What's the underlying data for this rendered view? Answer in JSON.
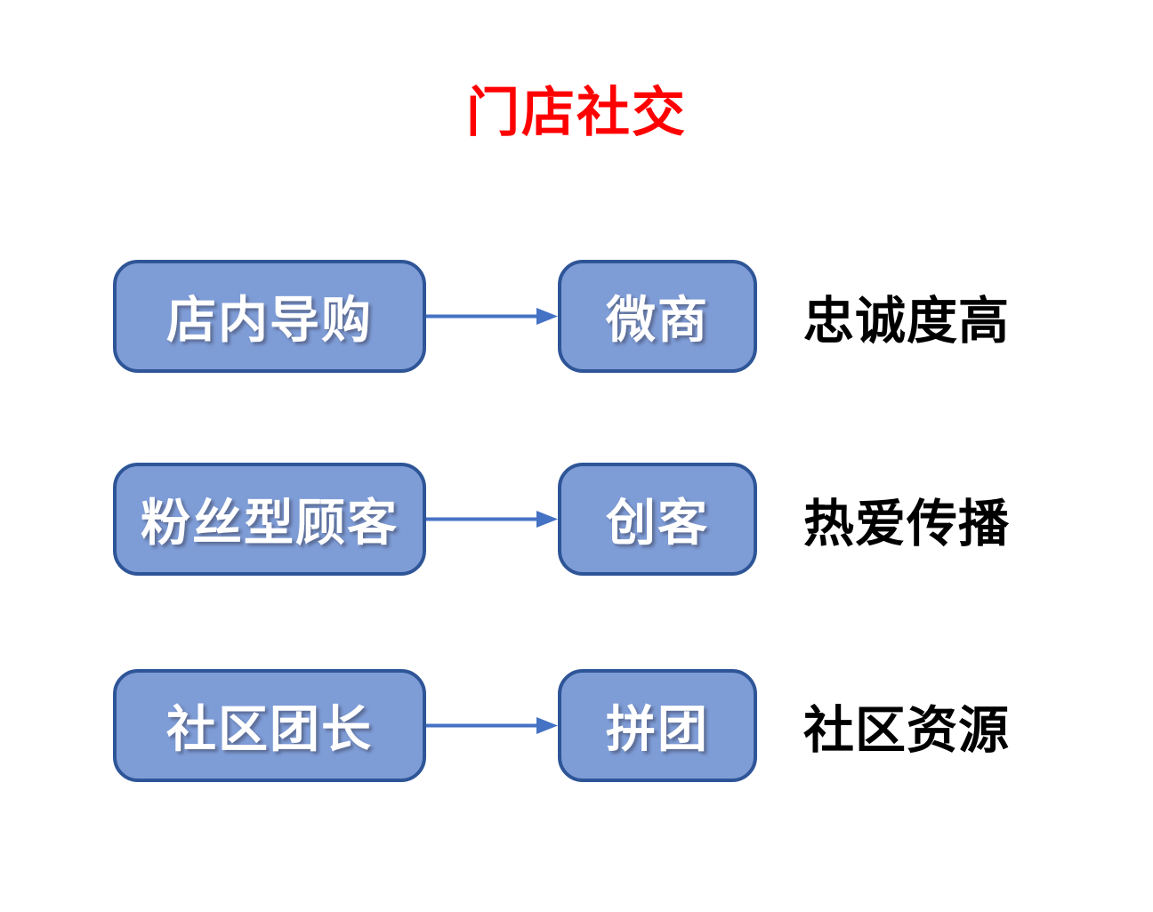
{
  "title": "门店社交",
  "rows": [
    {
      "source": "店内导购",
      "target": "微商",
      "note": "忠诚度高"
    },
    {
      "source": "粉丝型顾客",
      "target": "创客",
      "note": "热爱传播"
    },
    {
      "source": "社区团长",
      "target": "拼团",
      "note": "社区资源"
    }
  ],
  "colors": {
    "box_fill": "#7E9CD6",
    "box_border": "#2E5597",
    "arrow": "#4472C4",
    "title": "#FF0000",
    "note_text": "#000000",
    "box_text": "#FFFFFF"
  }
}
